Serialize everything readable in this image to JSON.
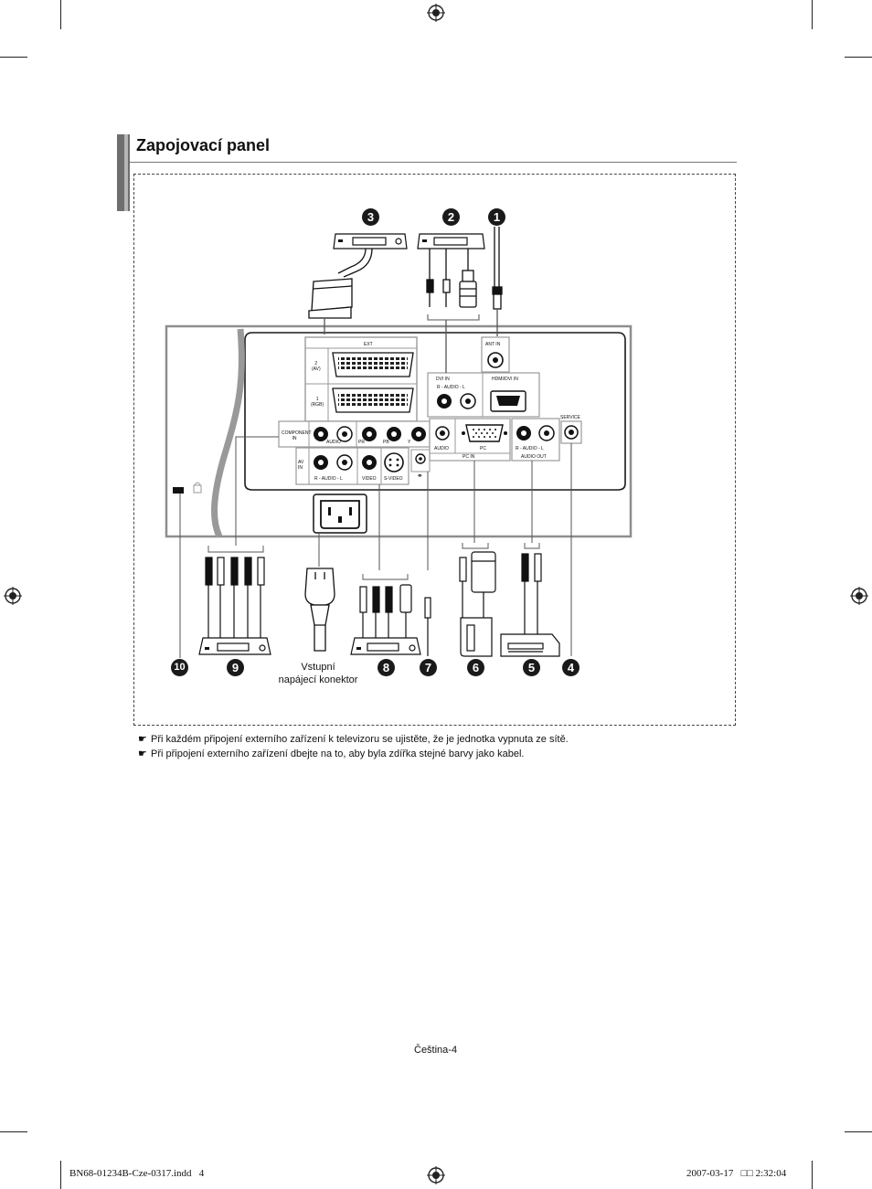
{
  "section": {
    "title": "Zapojovací panel"
  },
  "panel": {
    "ext_label": "EXT",
    "scart2_label": "2\n(AV)",
    "scart1_label": "1\n(RGB)",
    "ant_in": "ANT IN",
    "dvi_in": "DVI IN",
    "dvi_audio": "R - AUDIO - L",
    "hdmi_dvi_in": "HDMI/DVI IN",
    "component_in": "COMPONENT IN",
    "component_audio": "AUDIO",
    "component_pr": "PR",
    "component_pb": "PB",
    "component_y": "Y",
    "av_in": "AV IN",
    "av_audio": "R - AUDIO - L",
    "video": "VIDEO",
    "s_video": "S-VIDEO",
    "pc_audio": "AUDIO",
    "pc": "PC",
    "pc_in": "PC IN",
    "audio_out_rl": "R - AUDIO - L",
    "audio_out": "AUDIO OUT",
    "service": "SERVICE"
  },
  "callouts": [
    "1",
    "2",
    "3",
    "4",
    "5",
    "6",
    "7",
    "8",
    "9",
    "10"
  ],
  "power_caption": "Vstupní\nnapájecí konektor",
  "notes": [
    "Při každém připojení externího zařízení k televizoru se ujistěte, že je jednotka vypnuta ze sítě.",
    "Při připojení externího zařízení dbejte na to, aby byla zdířka stejné barvy jako kabel."
  ],
  "note_icon": "pointing-hand-icon",
  "page_label": "Čeština-4",
  "slug": {
    "file": "BN68-01234B-Cze-0317.indd   4",
    "date": "2007-03-17   □□ 2:32:04"
  }
}
